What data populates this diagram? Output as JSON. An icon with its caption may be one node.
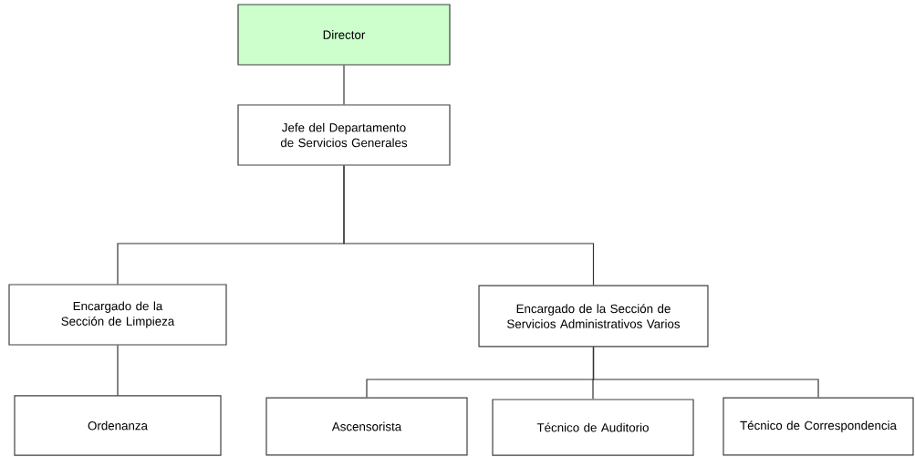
{
  "diagram": {
    "nodes": [
      {
        "text": [
          "Director"
        ]
      },
      {
        "text": [
          "Jefe del Departamento de Servicios Generales"
        ]
      },
      {
        "text": [
          "Encargado de la Sección de Limpieza"
        ]
      },
      {
        "text": [
          "Encargado de la Sección de Servicios Administrativos Varios"
        ]
      },
      {
        "text": [
          "Ordenanza"
        ]
      },
      {
        "text": [
          "Ascensorista"
        ]
      },
      {
        "text": [
          "Técnico de Auditorio"
        ]
      },
      {
        "text": [
          "Técnico de Correspondencia"
        ]
      }
    ],
    "edges": [
      {
        "from": 0,
        "to": 1,
        "arrow": "none"
      },
      {
        "from": 1,
        "to": 2,
        "arrow": "none"
      },
      {
        "from": 1,
        "to": 3,
        "arrow": "none"
      },
      {
        "from": 2,
        "to": 4,
        "arrow": "none"
      },
      {
        "from": 3,
        "to": 5,
        "arrow": "none"
      },
      {
        "from": 3,
        "to": 6,
        "arrow": "none"
      },
      {
        "from": 3,
        "to": 7,
        "arrow": "none"
      }
    ]
  }
}
